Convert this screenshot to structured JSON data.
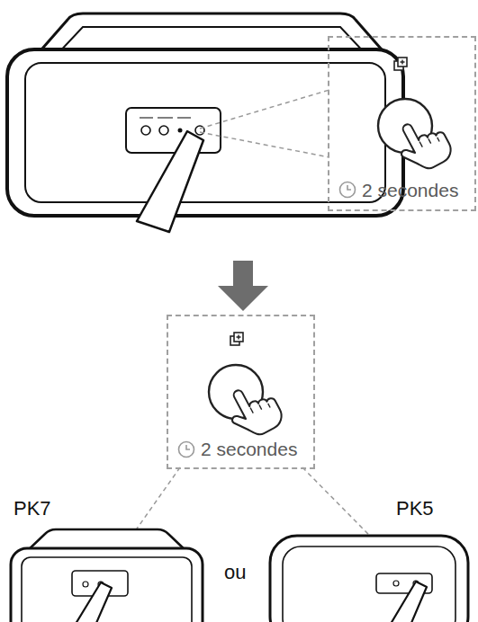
{
  "diagram": {
    "nodes": [
      {
        "text": [
          "2 secondes"
        ]
      },
      {
        "text": [
          "2 secondes"
        ]
      }
    ],
    "labels": [
      "PK7",
      "ou",
      "PK5"
    ]
  }
}
